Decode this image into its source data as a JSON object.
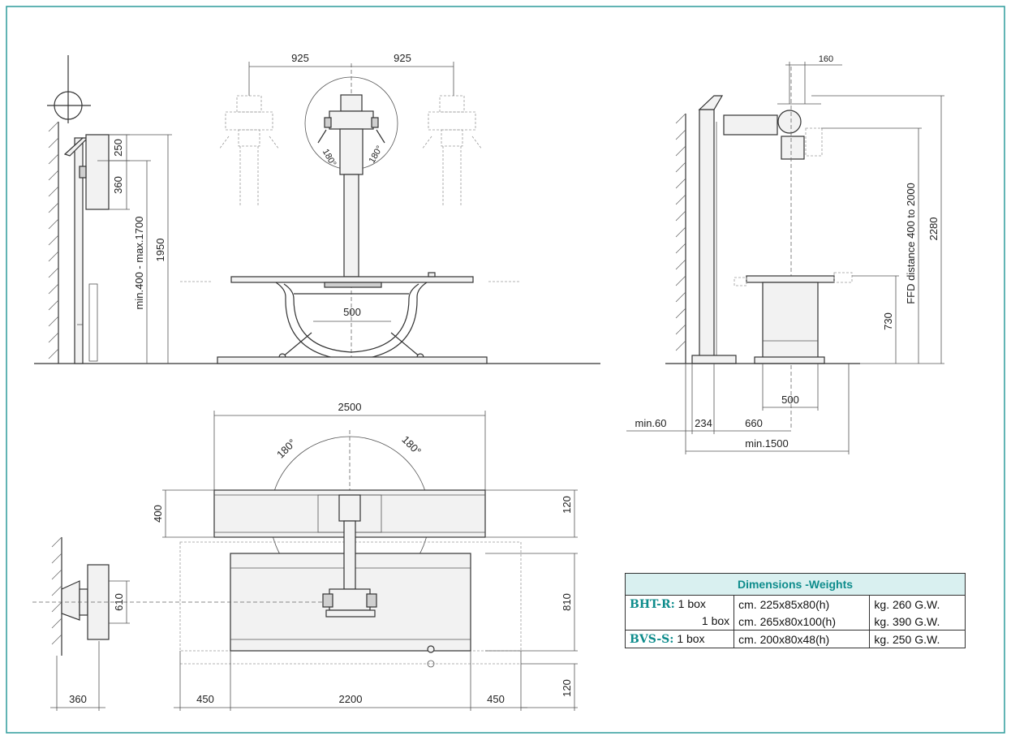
{
  "colors": {
    "frame": "#2e9c9c",
    "accent": "#0e8c8c",
    "header_bg": "#d9f0f0"
  },
  "dimensions": {
    "front": {
      "left_offset": "925",
      "right_offset": "925",
      "table_width": "500",
      "angle_l": "180°",
      "angle_r": "180°"
    },
    "wall_side": {
      "d250": "250",
      "d360": "360",
      "range": "min.400 - max.1700",
      "d1950": "1950"
    },
    "side": {
      "d160": "160",
      "ffd": "FFD distance 400 to 2000",
      "d2280": "2280",
      "d730": "730",
      "d500": "500",
      "min60": "min.60",
      "d234": "234",
      "d660": "660",
      "min1500": "min.1500"
    },
    "plan": {
      "d2500": "2500",
      "angle_l": "180°",
      "angle_r": "180°",
      "d400": "400",
      "d120a": "120",
      "d610": "610",
      "d810": "810",
      "d360": "360",
      "d450a": "450",
      "d2200": "2200",
      "d450b": "450",
      "d120b": "120"
    }
  },
  "weights_table": {
    "title": "Dimensions -Weights",
    "rows": [
      {
        "model": "BHT-R:",
        "boxes": "1 box",
        "size": "cm. 225x85x80(h)",
        "weight": "kg. 260 G.W."
      },
      {
        "model": "",
        "boxes": "1 box",
        "size": "cm. 265x80x100(h)",
        "weight": "kg. 390 G.W."
      },
      {
        "model": "BVS-S:",
        "boxes": "1 box",
        "size": "cm. 200x80x48(h)",
        "weight": "kg. 250 G.W."
      }
    ]
  }
}
